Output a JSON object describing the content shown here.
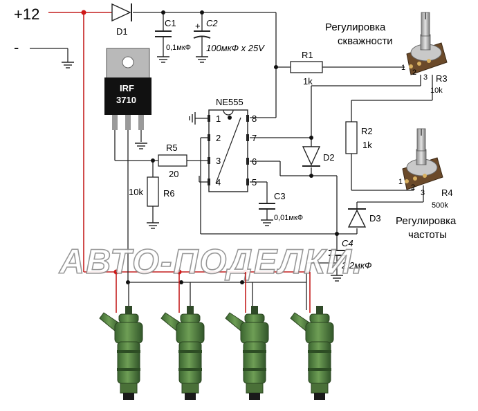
{
  "power": {
    "plus": "+12",
    "minus": "-"
  },
  "d1": {
    "label": "D1"
  },
  "c1": {
    "label": "C1",
    "value": "0,1мкФ"
  },
  "c2": {
    "label": "C2",
    "plus": "+",
    "value": "100мкФ x 25V"
  },
  "mosfet": {
    "line1": "IRF",
    "line2": "3710"
  },
  "ic": {
    "label": "NE555",
    "pins": [
      "1",
      "2",
      "3",
      "4",
      "5",
      "6",
      "7",
      "8"
    ]
  },
  "r1": {
    "label": "R1",
    "value": "1k"
  },
  "r2": {
    "label": "R2",
    "value": "1k"
  },
  "r3": {
    "label": "R3",
    "value": "10k",
    "pins": [
      "1",
      "2",
      "3"
    ]
  },
  "r4": {
    "label": "R4",
    "value": "500k",
    "pins": [
      "1",
      "2",
      "3"
    ]
  },
  "r5": {
    "label": "R5",
    "value": "20"
  },
  "r6": {
    "label": "R6",
    "value": "10k"
  },
  "d2": {
    "label": "D2"
  },
  "d3": {
    "label": "D3"
  },
  "c3": {
    "label": "C3",
    "value": "0,01мкФ"
  },
  "c4": {
    "label": "C4",
    "value": "2,2мкФ"
  },
  "duty": {
    "line1": "Регулировка",
    "line2": "скважности"
  },
  "freq": {
    "line1": "Регулировка",
    "line2": "частоты"
  },
  "watermark": "АВТО-ПОДЕЛКИ.",
  "colors": {
    "wire": "#222222",
    "power_wire": "#c41e1e",
    "injector": "#4f7d3c",
    "ic_body": "#111111"
  },
  "icons": [
    "diode",
    "capacitor",
    "electrolytic-capacitor",
    "resistor",
    "potentiometer",
    "mosfet",
    "ground",
    "fuel-injector"
  ]
}
